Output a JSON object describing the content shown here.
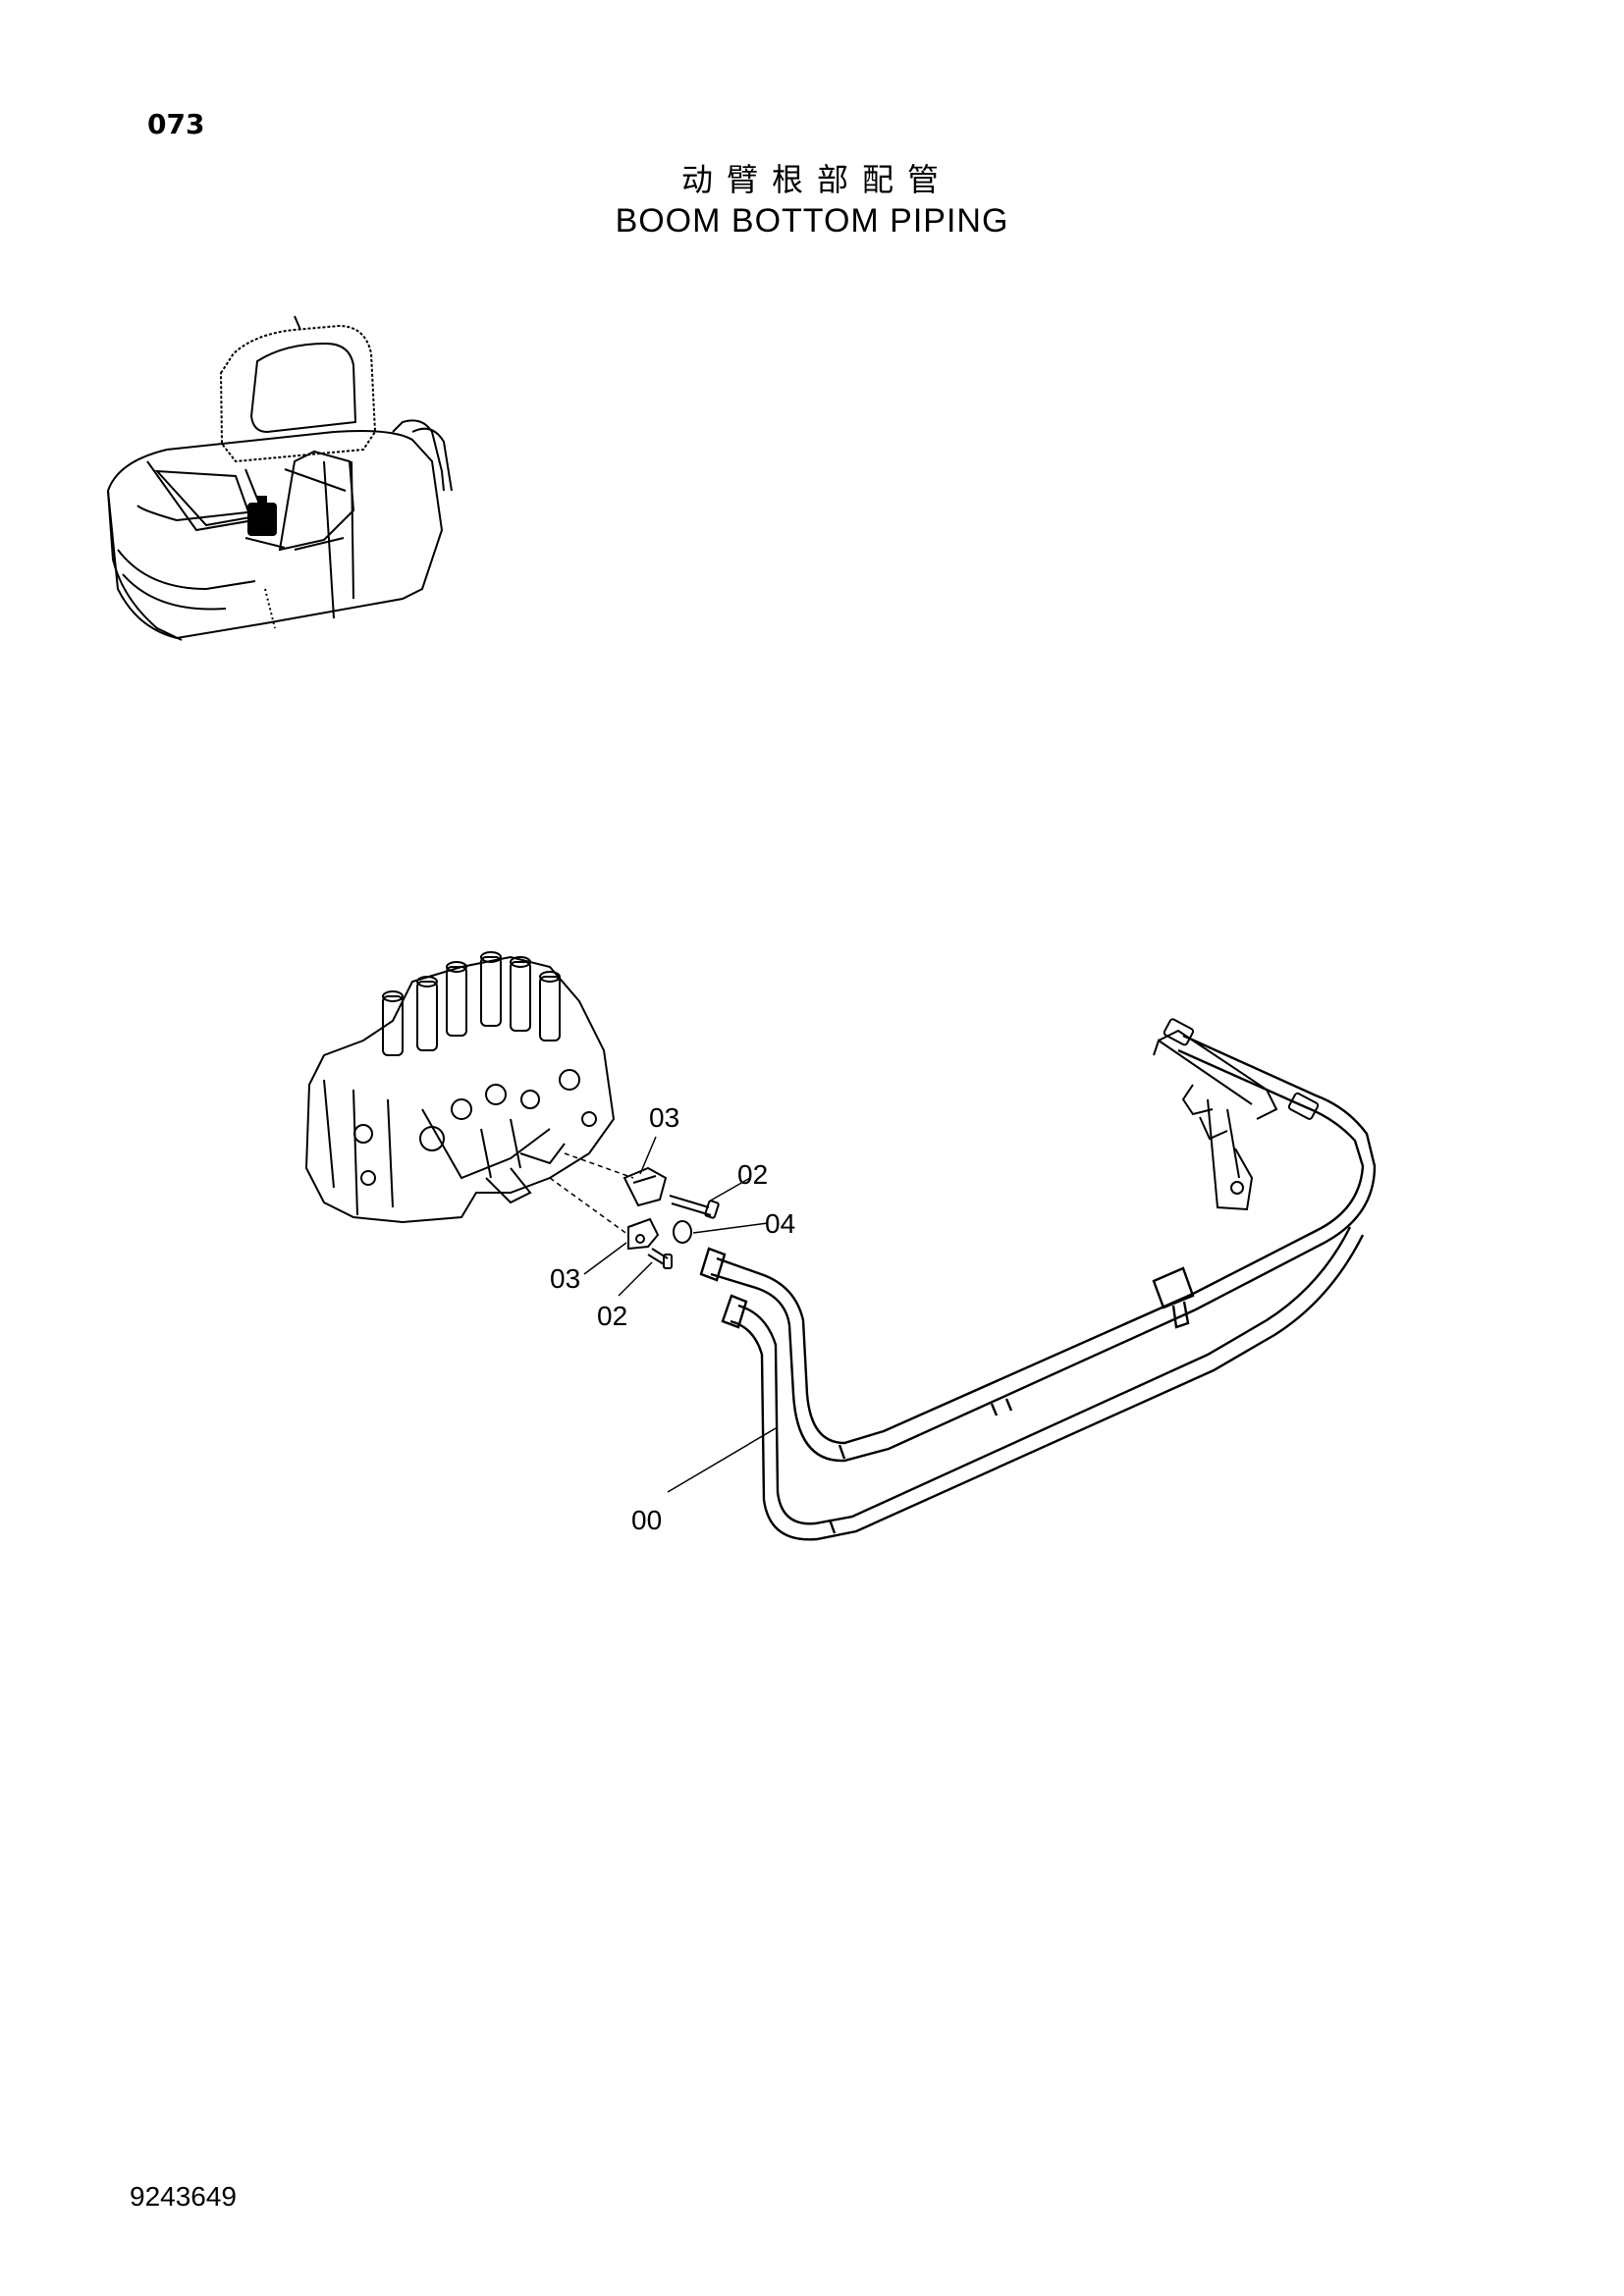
{
  "header": {
    "page_number": "073",
    "title_cn": "动臂根部配管",
    "title_en": "BOOM BOTTOM PIPING"
  },
  "footer": {
    "drawing_number": "9243649"
  },
  "callouts": {
    "pipe": "00",
    "bolt_upper": "02",
    "bolt_lower": "02",
    "clamp_upper": "03",
    "clamp_lower": "03",
    "oring": "04"
  }
}
